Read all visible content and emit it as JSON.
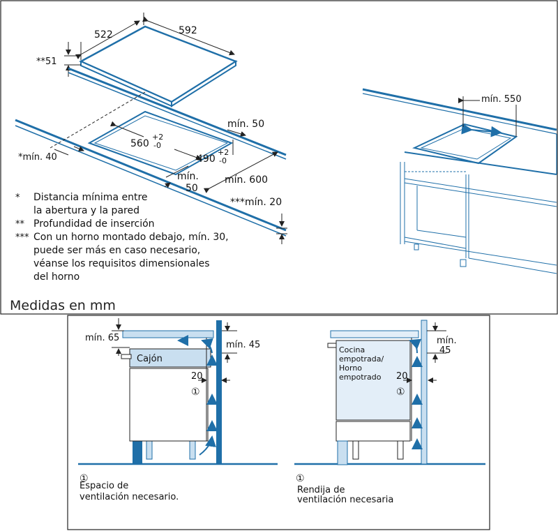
{
  "top": {
    "dims": {
      "d522": "522",
      "d592": "592",
      "d51": "**51",
      "cut560": "560",
      "cut560_tol_plus": "+2",
      "cut560_tol_minus": "-0",
      "cut490": "490",
      "cut490_tol_plus": "+2",
      "cut490_tol_minus": "-0",
      "min40": "*mín. 40",
      "min50_right": "mín. 50",
      "min50_front_a": "mín.",
      "min50_front_b": "50",
      "min600": "mín. 600",
      "min20": "***mín. 20",
      "min550": "mín. 550"
    },
    "notes": [
      {
        "mark": "*",
        "text": "Distancia mínima entre"
      },
      {
        "mark": "",
        "text": "la abertura y la pared"
      },
      {
        "mark": "**",
        "text": "Profundidad de inserción"
      },
      {
        "mark": "***",
        "text": "Con un horno montado debajo, mín. 30,"
      },
      {
        "mark": "",
        "text": "puede ser más en caso necesario,"
      },
      {
        "mark": "",
        "text": "véanse los requisitos dimensionales"
      },
      {
        "mark": "",
        "text": "del horno"
      }
    ],
    "caption": "Medidas en mm"
  },
  "bottom": {
    "left": {
      "min65": "mín. 65",
      "min45": "mín.  45",
      "drawer": "Cajón",
      "gap20": "20",
      "circle": "①",
      "legend_circle": "①",
      "legend_line1": "Espacio de",
      "legend_line2": "ventilación necesario."
    },
    "right": {
      "min": "mín.",
      "min45": "45",
      "appliance_line1": "Cocina",
      "appliance_line2": "empotrada/",
      "appliance_line3": "Horno",
      "appliance_line4": "empotrado",
      "gap20": "20",
      "circle": "①",
      "legend_circle": "①",
      "legend_line1": "Rendija de",
      "legend_line2": "ventilación necesaria"
    }
  },
  "colors": {
    "blue": "#1f6fa8",
    "light_blue": "#c9dff0",
    "pale_blue": "#e3eef8",
    "line": "#222222"
  }
}
